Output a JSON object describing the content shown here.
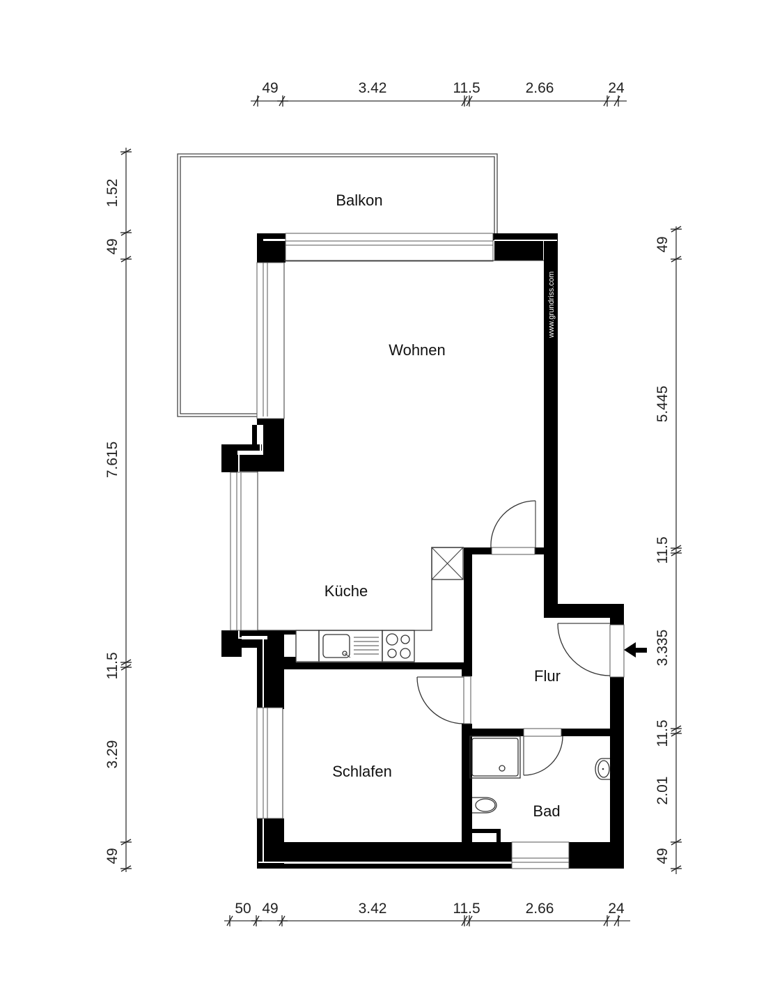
{
  "plan": {
    "watermark": "www.grundriss.com",
    "entrance_arrow": "arrow-left",
    "rooms": [
      {
        "id": "balkon",
        "label": "Balkon"
      },
      {
        "id": "wohnen",
        "label": "Wohnen"
      },
      {
        "id": "kueche",
        "label": "Küche"
      },
      {
        "id": "flur",
        "label": "Flur"
      },
      {
        "id": "schlafen",
        "label": "Schlafen"
      },
      {
        "id": "bad",
        "label": "Bad"
      }
    ]
  },
  "dimensions": {
    "top": [
      "49",
      "3.42",
      "11.5",
      "2.66",
      "24"
    ],
    "bottom": [
      "50",
      "49",
      "3.42",
      "11.5",
      "2.66",
      "24"
    ],
    "left": [
      "1.52",
      "49",
      "7.615",
      "11.5",
      "3.29",
      "49"
    ],
    "right": [
      "49",
      "5.445",
      "11.5",
      "3.335",
      "11.5",
      "2.01",
      "49"
    ]
  }
}
